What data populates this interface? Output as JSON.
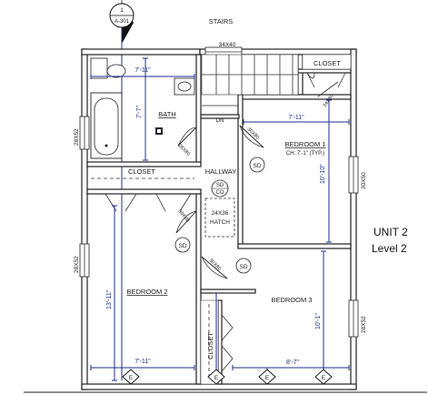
{
  "section_marker": {
    "number": "1",
    "sheet": "A-301"
  },
  "unit_label": {
    "unit": "UNIT 2",
    "level": "Level 2"
  },
  "rooms": {
    "bath": "BATH",
    "stairs": "STAIRS",
    "stairs_dir": "DN",
    "closet_top": "CLOSET",
    "closet_hall": "CLOSET",
    "closet_bottom": "CLOSET",
    "hallway": "HALLWAY",
    "bedroom1": "BEDROOM 1",
    "bedroom1_ceiling": "CH: 7'-1\" (TYP.)",
    "bedroom2": "BEDROOM 2",
    "bedroom3": "BEDROOM 3",
    "hatch_size": "24X36",
    "hatch": "HATCH"
  },
  "symbols": {
    "sd": "SD",
    "sdco_top": "SD",
    "sdco_bottom": "CO",
    "elev": "E"
  },
  "windows": {
    "top": "34X40",
    "bath": "28X52",
    "bed1": "30X50",
    "bed2": "28X52",
    "bed3": "28X52"
  },
  "doors": {
    "d1": "28X80",
    "d2": "30X80",
    "d3": "24X80",
    "d4": "30X80",
    "d5": "30X80"
  },
  "dimensions": {
    "bath_width": "7'-11\"",
    "bath_depth": "7'-7\"",
    "bed1_width": "7'-11\"",
    "bed1_depth": "10'-10\"",
    "bed2_width": "7'-11\"",
    "bed2_depth": "13'-11\"",
    "bed3_width": "8'-7\"",
    "bed3_depth": "10'-1\""
  }
}
